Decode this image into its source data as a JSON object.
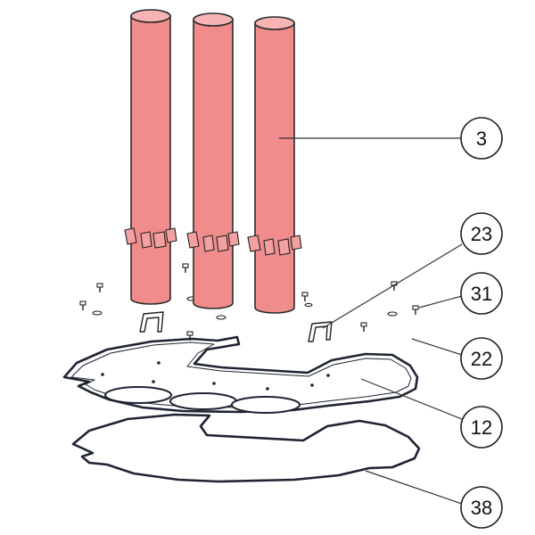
{
  "colors": {
    "tube_fill": "#f08c8c",
    "tube_top": "#f6b4b4",
    "fin_fill": "#f3a0a0",
    "outline": "#1f2433"
  },
  "callouts": {
    "c3": "3",
    "c23": "23",
    "c31": "31",
    "c22": "22",
    "c12": "12",
    "c38": "38"
  }
}
